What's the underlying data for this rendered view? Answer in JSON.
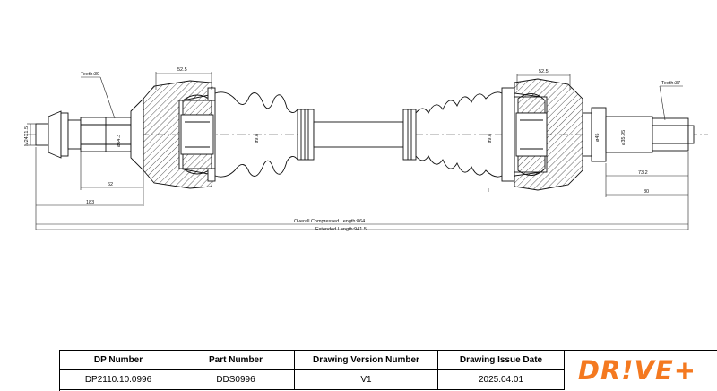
{
  "labels": {
    "teeth_left": "Teeth:30",
    "teeth_right": "Teeth:37",
    "joint_left_width": "52.5",
    "joint_right_width": "52.5",
    "thread_left": "M24X1.5",
    "stub_left_dia": "ø64.3",
    "boot_left_dia": "ø9.8",
    "boot_right_dia": "ø9.8",
    "shaft_right_dia": "ø45",
    "spline_right_dia": "ø35.95",
    "dim_left_62": "62",
    "dim_left_183": "183",
    "dim_right_73": "73.2",
    "dim_right_80": "80",
    "overall_compressed": "Overall Compressed Length:864",
    "extended_length": "Extended Length:941.5"
  },
  "title_block": {
    "headers": {
      "dp_number": "DP Number",
      "part_number": "Part Number",
      "drawing_version": "Drawing Version Number",
      "issue_date": "Drawing Issue Date"
    },
    "values": {
      "dp_number": "DP2110.10.0996",
      "part_number": "DDS0996",
      "drawing_version": "V1",
      "issue_date": "2025.04.01"
    }
  },
  "logo": {
    "text": "DR!VE+",
    "color": "#f47920"
  }
}
